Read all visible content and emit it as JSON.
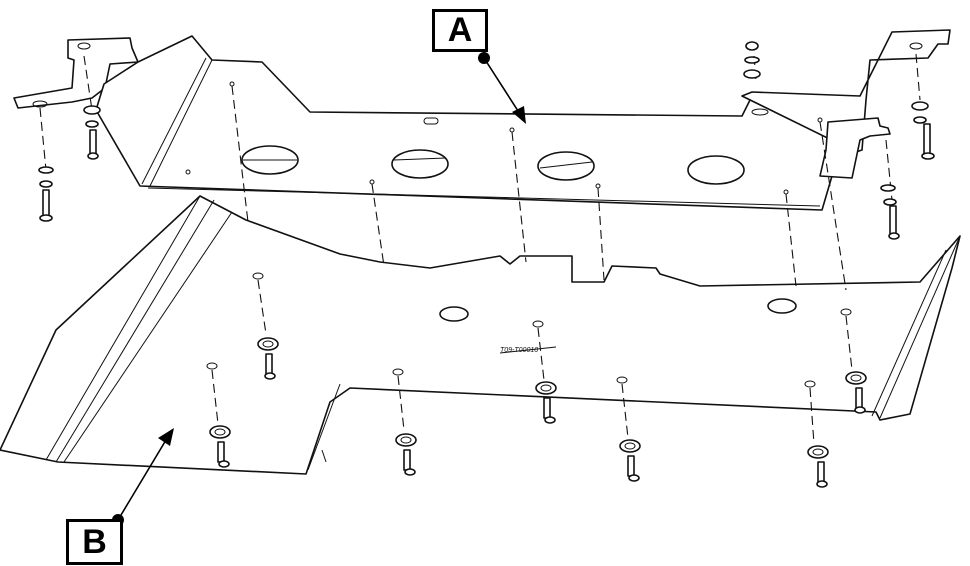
{
  "callouts": {
    "a": {
      "label": "A"
    },
    "b": {
      "label": "B"
    }
  },
  "part_number": "T09-T00010"
}
